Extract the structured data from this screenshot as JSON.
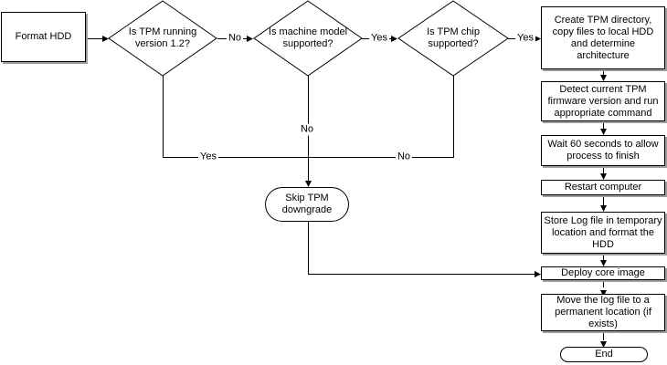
{
  "diagram": {
    "type": "flowchart",
    "colors": {
      "background": "#ffffff",
      "line": "#000000",
      "node_fill": "#ffffff",
      "node_border": "#000000",
      "node_shadow": "#9e9e9e",
      "text": "#000000"
    }
  },
  "nodes": {
    "format_hdd": "Format HDD",
    "decision_tpm_version": "Is TPM running version 1.2?",
    "decision_machine_model": "Is machine model supported?",
    "decision_tpm_chip": "Is TPM chip supported?",
    "create_tpm_directory": "Create TPM directory, copy files to local HDD and determine architecture",
    "detect_firmware": "Detect current TPM firmware version and run appropriate command",
    "wait_60_seconds": "Wait 60 seconds to allow process to finish",
    "restart_computer": "Restart computer",
    "store_log_file": "Store Log file in temporary location and format the HDD",
    "deploy_core_image": "Deploy core image",
    "move_log_file": "Move the log file to a permanent location (if exists)",
    "end": "End",
    "skip_tpm_downgrade": "Skip TPM downgrade"
  },
  "edge_labels": {
    "tpm_version_no": "No",
    "machine_model_yes": "Yes",
    "tpm_chip_yes": "Yes",
    "tpm_version_yes": "Yes",
    "machine_model_no": "No",
    "tpm_chip_no": "No"
  }
}
